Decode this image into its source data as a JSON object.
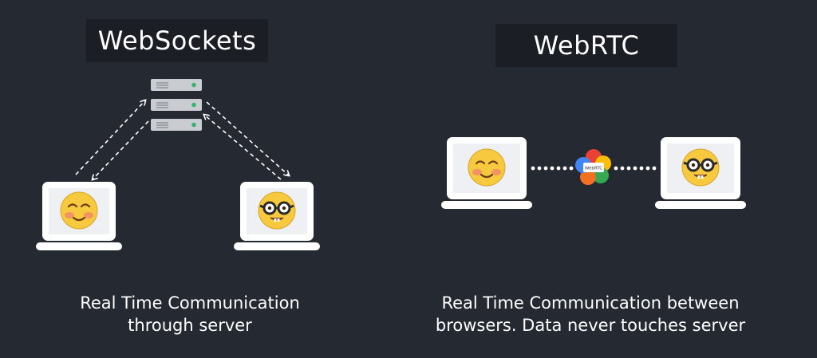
{
  "websockets": {
    "title": "WebSockets",
    "caption_line1": "Real Time Communication",
    "caption_line2": "through server"
  },
  "webrtc": {
    "title": "WebRTC",
    "caption_line1": "Real Time Communication between",
    "caption_line2": "browsers. Data never touches server",
    "logo_text": "WebRTC"
  },
  "colors": {
    "background": "#252932",
    "title_box": "#1b1e24",
    "server_unit": "#c9ccd1",
    "server_led": "#39b36e",
    "laptop_frame": "#ffffff",
    "laptop_screen": "#eef0f3",
    "emoji_face": "#f7c93e",
    "emoji_blush": "#f08a68"
  },
  "icons": [
    "server-rack-icon",
    "laptop-icon",
    "smiling-blush-emoji-icon",
    "nerd-glasses-emoji-icon",
    "webrtc-logo-icon"
  ]
}
